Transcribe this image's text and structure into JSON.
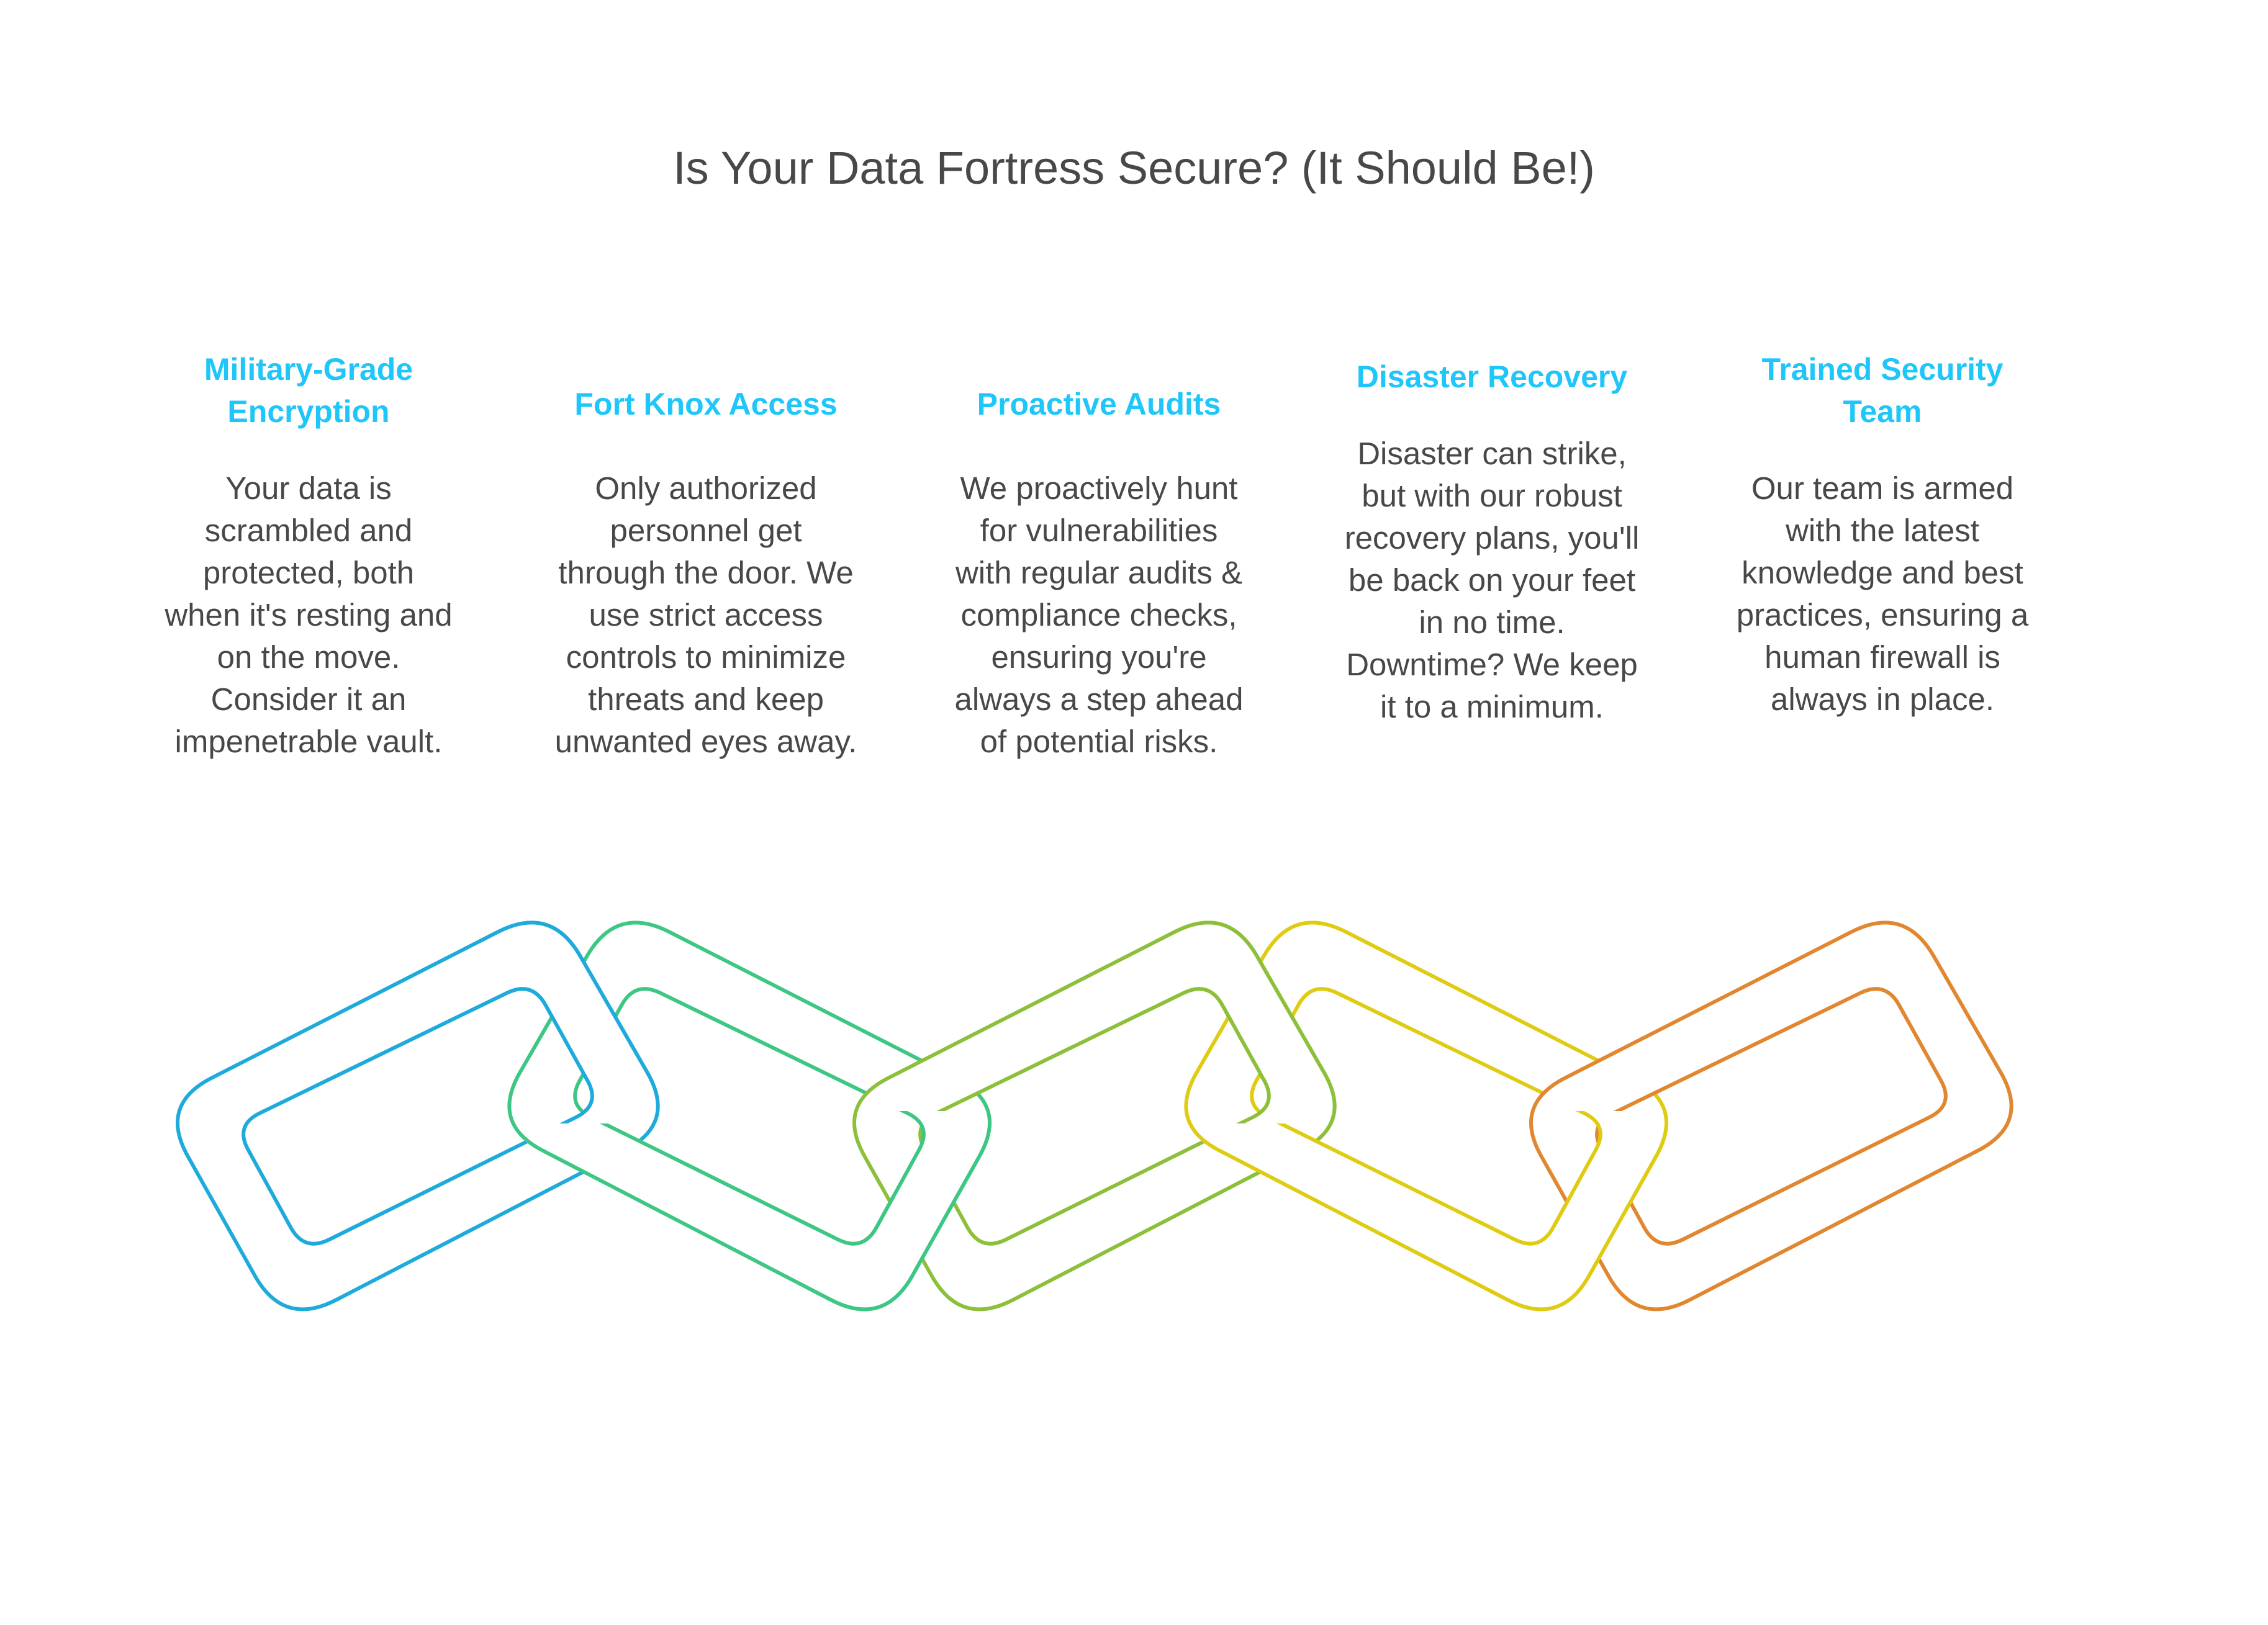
{
  "title": "Is Your Data Fortress Secure? (It Should Be!)",
  "columns": [
    {
      "heading_lines": [
        "Military-Grade",
        "Encryption"
      ],
      "body_lines": [
        "Your data is",
        "scrambled and",
        "protected, both",
        "when it's resting and",
        "on the move.",
        "Consider it an",
        "impenetrable vault."
      ]
    },
    {
      "heading_lines": [
        "Fort Knox Access"
      ],
      "body_lines": [
        "Only authorized",
        "personnel get",
        "through the door. We",
        "use strict access",
        "controls to minimize",
        "threats and keep",
        "unwanted eyes away."
      ]
    },
    {
      "heading_lines": [
        "Proactive Audits"
      ],
      "body_lines": [
        "We proactively hunt",
        "for vulnerabilities",
        "with regular audits &",
        "compliance checks,",
        "ensuring you're",
        "always a step ahead",
        "of potential risks."
      ]
    },
    {
      "heading_lines": [
        "Disaster Recovery"
      ],
      "body_lines": [
        "Disaster can strike,",
        "but with our robust",
        "recovery plans, you'll",
        "be back on your feet",
        "in no time.",
        "Downtime? We keep",
        "it to a minimum."
      ]
    },
    {
      "heading_lines": [
        "Trained Security",
        "Team"
      ],
      "body_lines": [
        "Our team is armed",
        "with the latest",
        "knowledge and best",
        "practices, ensuring a",
        "human firewall is",
        "always in place."
      ]
    }
  ],
  "chain_links": [
    {
      "name": "military-grade-encryption",
      "color": "#1EAADB"
    },
    {
      "name": "fort-knox-access",
      "color": "#3EC784"
    },
    {
      "name": "proactive-audits",
      "color": "#8DC03A"
    },
    {
      "name": "disaster-recovery",
      "color": "#DFCC12"
    },
    {
      "name": "trained-security-team",
      "color": "#E0872F"
    }
  ],
  "colors": {
    "heading": "#1FC6FA",
    "text": "#484848"
  }
}
